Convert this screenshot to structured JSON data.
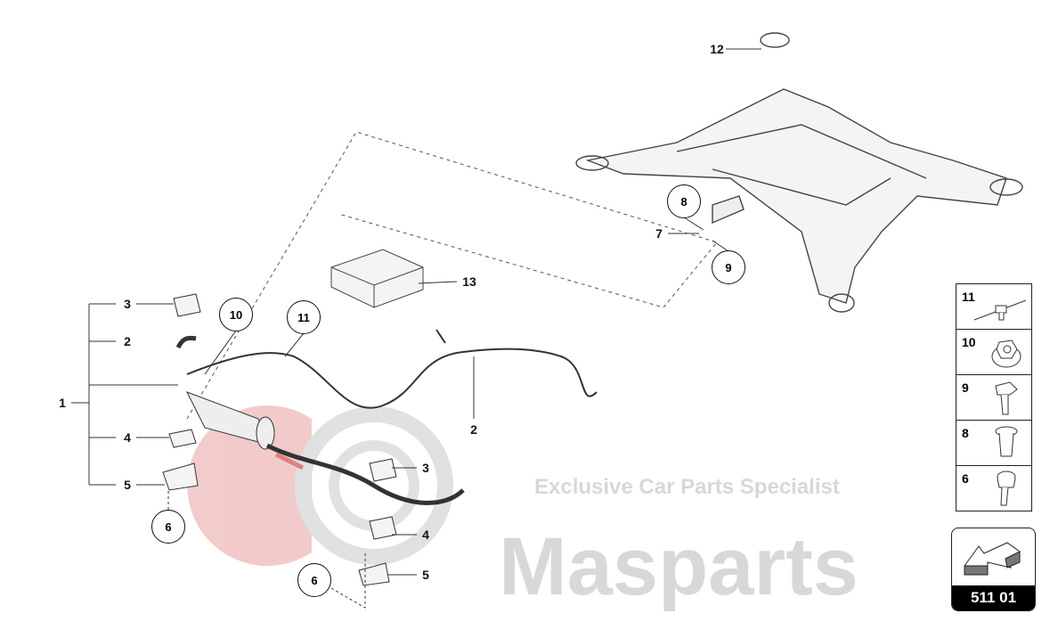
{
  "watermark": {
    "brand": "Masparts",
    "tagline": "Exclusive Car Parts Specialist"
  },
  "callouts": [
    {
      "id": "12",
      "style": "plain"
    },
    {
      "id": "8",
      "style": "circle"
    },
    {
      "id": "7",
      "style": "plain"
    },
    {
      "id": "9",
      "style": "circle"
    },
    {
      "id": "13",
      "style": "plain"
    },
    {
      "id": "3",
      "style": "plain"
    },
    {
      "id": "10",
      "style": "circle"
    },
    {
      "id": "11",
      "style": "circle"
    },
    {
      "id": "2",
      "style": "plain"
    },
    {
      "id": "1",
      "style": "plain"
    },
    {
      "id": "2",
      "style": "plain"
    },
    {
      "id": "4",
      "style": "plain"
    },
    {
      "id": "3",
      "style": "plain"
    },
    {
      "id": "5",
      "style": "plain"
    },
    {
      "id": "6",
      "style": "circle"
    },
    {
      "id": "4",
      "style": "plain"
    },
    {
      "id": "6",
      "style": "circle"
    },
    {
      "id": "5",
      "style": "plain"
    }
  ],
  "legend": [
    {
      "id": "11",
      "icon": "cable-tie-clip-icon"
    },
    {
      "id": "10",
      "icon": "flange-nut-icon"
    },
    {
      "id": "9",
      "icon": "hex-bolt-icon"
    },
    {
      "id": "8",
      "icon": "rivet-nut-icon"
    },
    {
      "id": "6",
      "icon": "torx-bolt-icon"
    }
  ],
  "reference": {
    "code": "511 01",
    "icon": "arrow-reference-icon"
  },
  "colors": {
    "line": "#333333",
    "watermark": "#c8cacc",
    "watermark_red": "#e8a0a0"
  }
}
